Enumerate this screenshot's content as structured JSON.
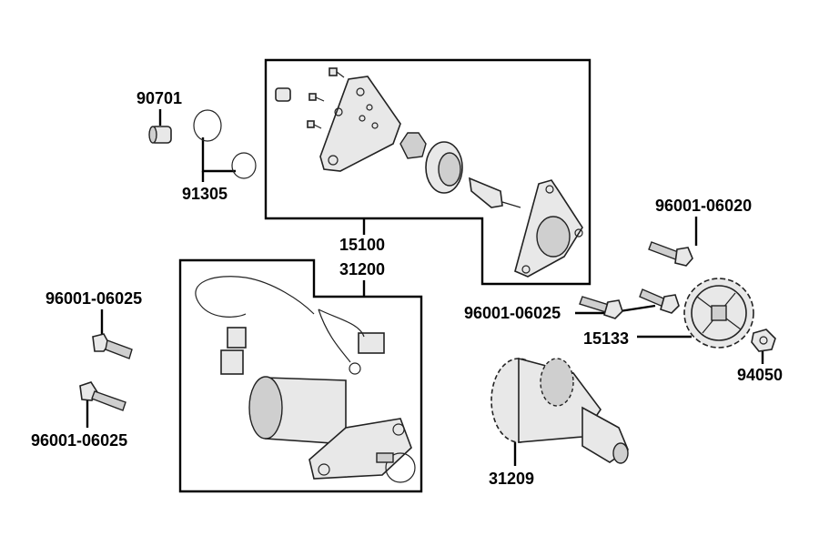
{
  "labels": {
    "p90701": "90701",
    "p91305": "91305",
    "p15100": "15100",
    "p31200": "31200",
    "p96001_06025_a": "96001-06025",
    "p96001_06025_b": "96001-06025",
    "p96001_06025_c": "96001-06025",
    "p96001_06020": "96001-06020",
    "p15133": "15133",
    "p94050": "94050",
    "p31209": "31209"
  }
}
